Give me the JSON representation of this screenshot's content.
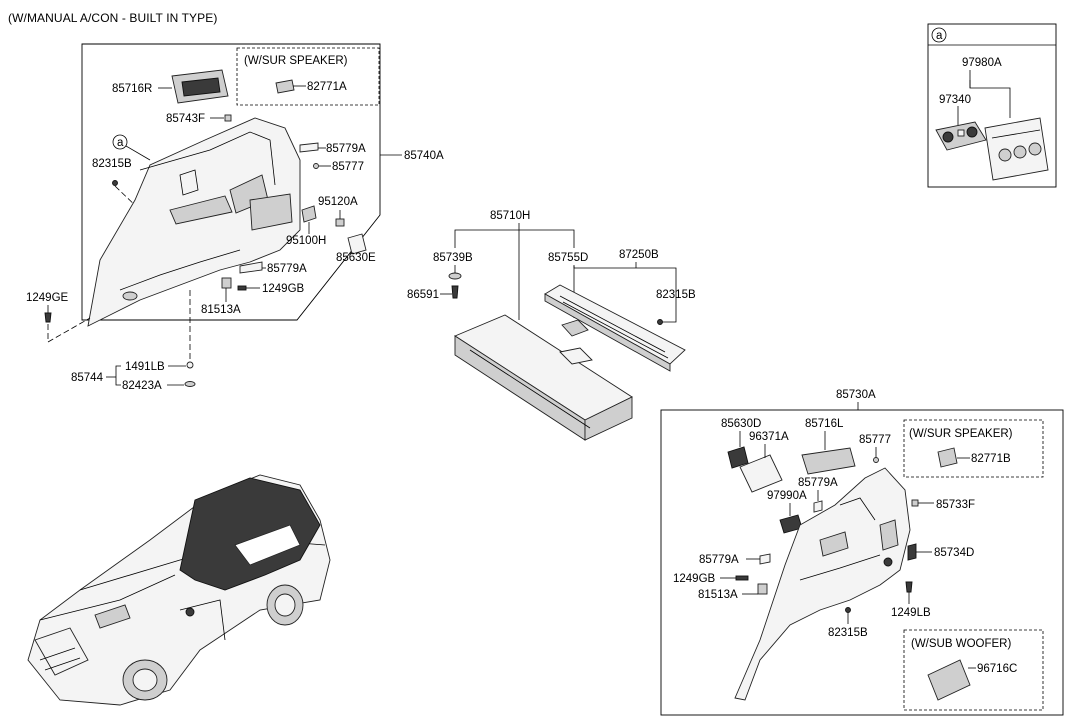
{
  "title": "(W/MANUAL A/CON - BUILT IN TYPE)",
  "callout_a": {
    "circle": "a",
    "labels": [
      "97980A",
      "97340"
    ]
  },
  "left_group": {
    "boxed": "85740A",
    "subbox": {
      "header": "(W/SUR SPEAKER)",
      "part": "82771A"
    },
    "circle": "a",
    "labels": [
      "85716R",
      "85743F",
      "85779A",
      "85777",
      "82315B",
      "95120A",
      "95100H",
      "85630E",
      "85779A",
      "1249GB",
      "81513A",
      "1249GE"
    ],
    "below": {
      "group": "85744",
      "parts": [
        "1491LB",
        "82423A"
      ]
    }
  },
  "center_group": {
    "main": "85710H",
    "labels": [
      "85739B",
      "86591",
      "85755D",
      "87250B",
      "82315B"
    ]
  },
  "right_group": {
    "boxed": "85730A",
    "subbox_speaker": {
      "header": "(W/SUR SPEAKER)",
      "part": "82771B"
    },
    "subbox_woofer": {
      "header": "(W/SUB WOOFER)",
      "part": "96716C"
    },
    "labels": [
      "85630D",
      "96371A",
      "85716L",
      "85777",
      "85779A",
      "97990A",
      "85733F",
      "85734D",
      "85779A",
      "1249GB",
      "81513A",
      "1249LB",
      "82315B"
    ]
  }
}
